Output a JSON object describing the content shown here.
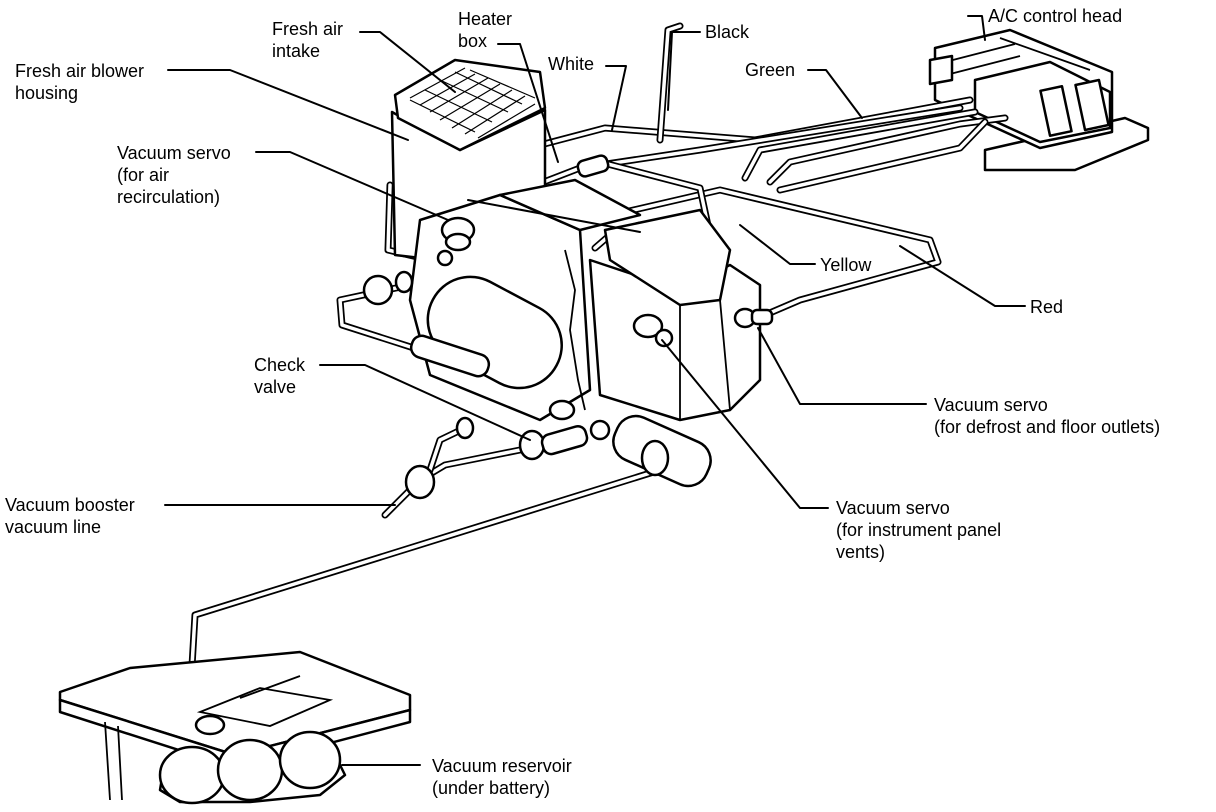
{
  "labels": {
    "fresh_air_intake": [
      "Fresh air",
      "intake"
    ],
    "heater_box": [
      "Heater",
      "box"
    ],
    "black": [
      "Black"
    ],
    "ac_control_head": [
      "A/C control head"
    ],
    "fresh_air_blower_housing": [
      "Fresh air blower",
      "housing"
    ],
    "white": [
      "White"
    ],
    "green": [
      "Green"
    ],
    "vacuum_servo_air_recirc": [
      "Vacuum servo",
      "(for air",
      "recirculation)"
    ],
    "yellow": [
      "Yellow"
    ],
    "red": [
      "Red"
    ],
    "check_valve": [
      "Check",
      "valve"
    ],
    "vacuum_servo_defrost": [
      "Vacuum servo",
      "(for defrost and floor outlets)"
    ],
    "vacuum_booster_line": [
      "Vacuum booster",
      "vacuum line"
    ],
    "vacuum_servo_instrument": [
      "Vacuum servo",
      "(for instrument panel",
      "vents)"
    ],
    "vacuum_reservoir": [
      "Vacuum reservoir",
      "(under battery)"
    ]
  }
}
